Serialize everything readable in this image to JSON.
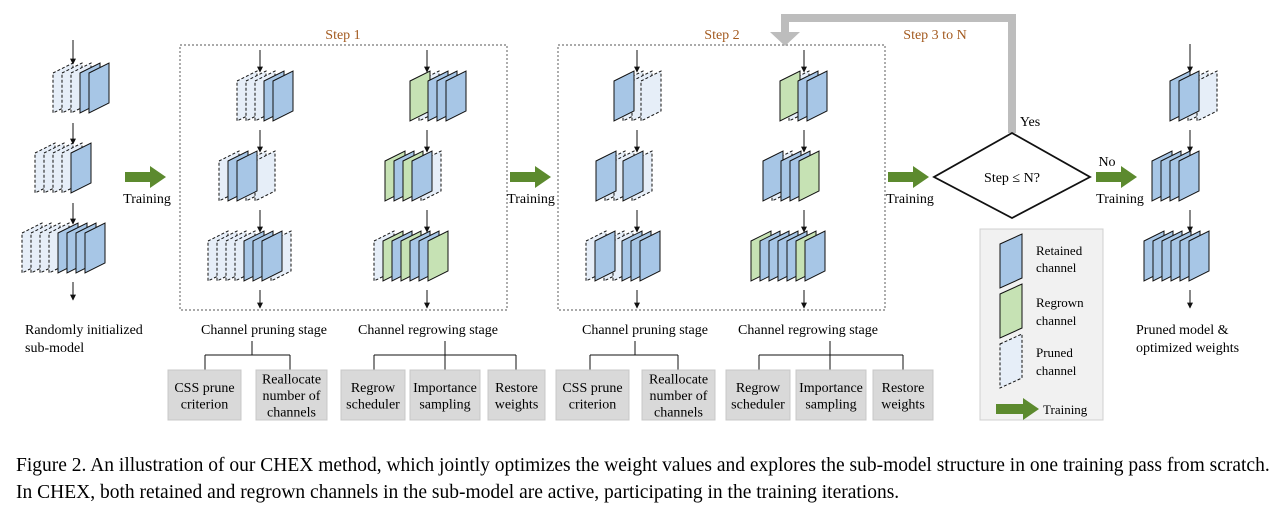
{
  "labels": {
    "step1": "Step 1",
    "step2": "Step 2",
    "step3": "Step 3 to N",
    "yes": "Yes",
    "no": "No",
    "training": "Training",
    "decision": "Step ≤ N?",
    "random_line1": "Randomly initialized",
    "random_line2": "sub-model",
    "pruned_line1": "Pruned model &",
    "pruned_line2": "optimized weights",
    "pruning_stage": "Channel pruning stage",
    "regrowing_stage": "Channel regrowing stage"
  },
  "pruning_boxes": [
    {
      "lines": [
        "CSS prune",
        "criterion"
      ]
    },
    {
      "lines": [
        "Reallocate",
        "number of",
        "channels"
      ]
    }
  ],
  "regrowing_boxes": [
    {
      "lines": [
        "Regrow",
        "scheduler"
      ]
    },
    {
      "lines": [
        "Importance",
        "sampling"
      ]
    },
    {
      "lines": [
        "Restore",
        "weights"
      ]
    }
  ],
  "legend": {
    "retained_line1": "Retained",
    "retained_line2": "channel",
    "regrown_line1": "Regrown",
    "regrown_line2": "channel",
    "pruned_line1": "Pruned",
    "pruned_line2": "channel",
    "training": "Training"
  },
  "colors": {
    "retained": "#a7c6e6",
    "regrown": "#c6e2b4",
    "pruned": "#e6eef8",
    "arrow": "#5c8a2e",
    "step_label": "#a35a1f",
    "feedback": "#bdbdbd",
    "box": "#d9d9d9"
  },
  "caption": "Figure 2. An illustration of our CHEX method, which jointly optimizes the weight values and explores the sub-model structure in one training pass from scratch. In CHEX, both retained and regrown channels in the sub-model are active, participating in the training iterations."
}
